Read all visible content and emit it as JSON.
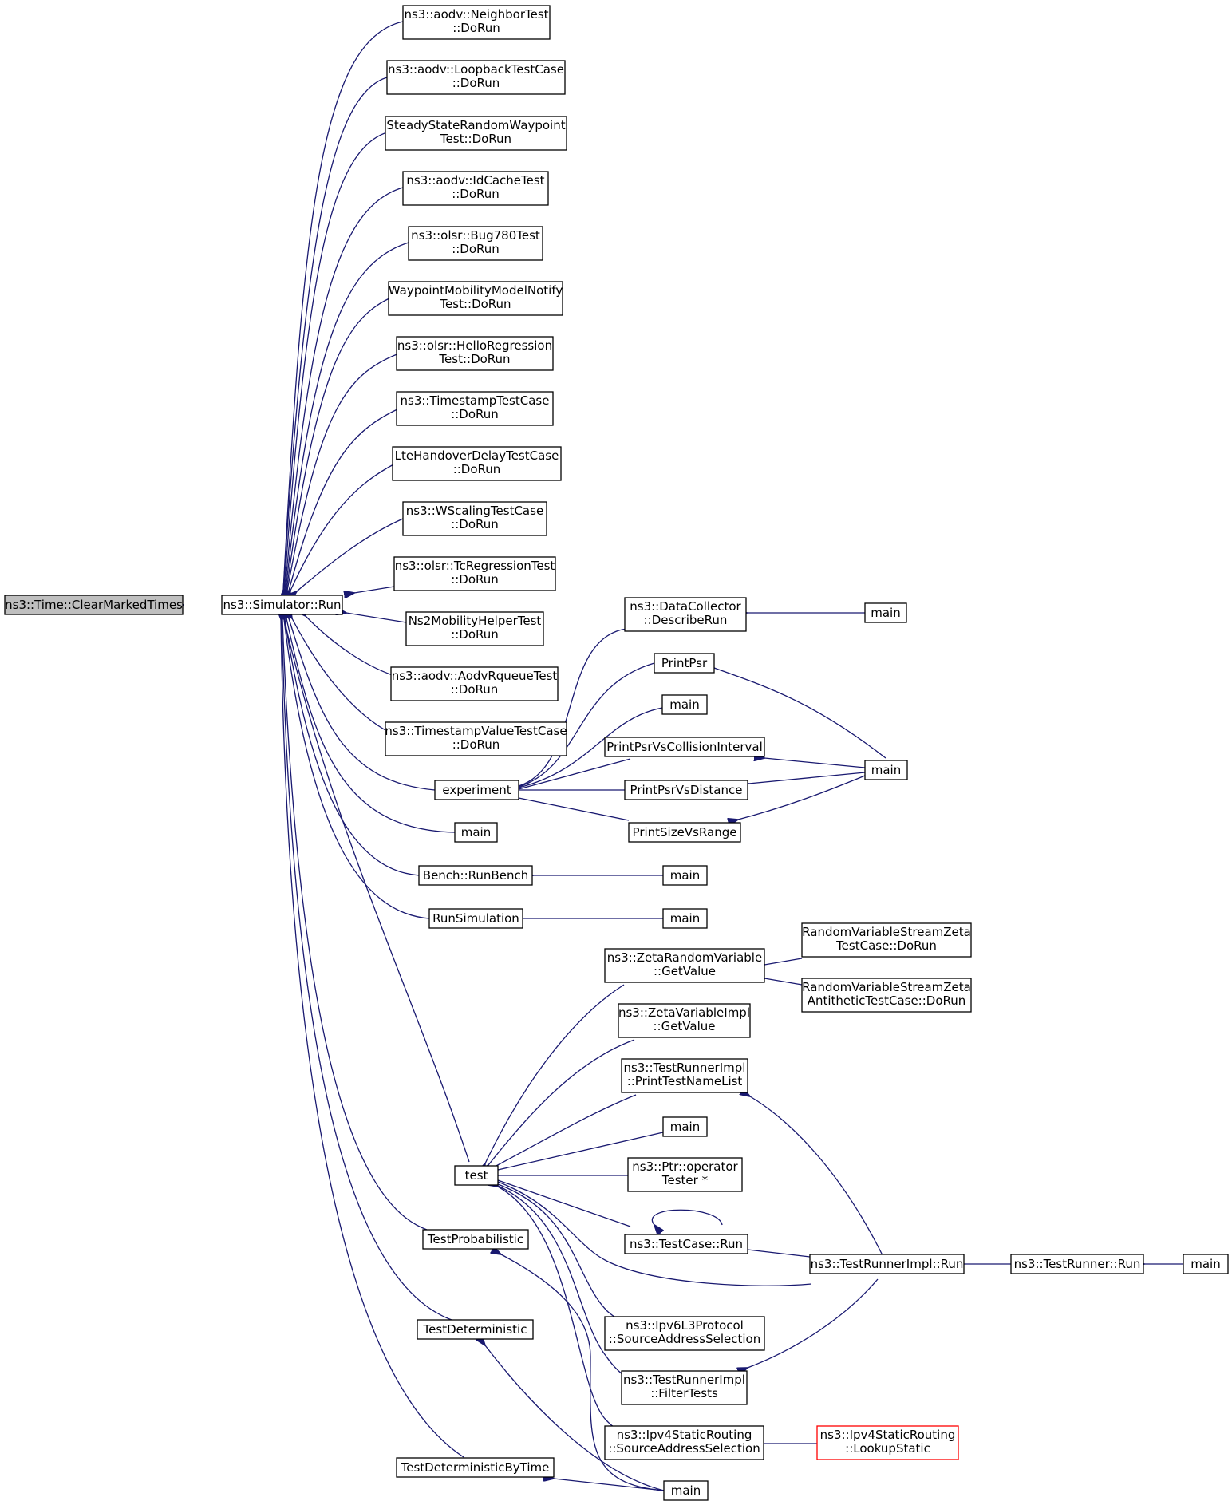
{
  "colors": {
    "edge": "#191970",
    "node_border": "#000000",
    "root_fill": "#bfbfbf",
    "truncated_border": "#ff0000",
    "background": "#ffffff"
  },
  "nodes": {
    "n0": {
      "lines": [
        "ns3::Time::ClearMarkedTimes"
      ],
      "style": "root"
    },
    "n1": {
      "lines": [
        "ns3::Simulator::Run"
      ]
    },
    "n2": {
      "lines": [
        "ns3::aodv::NeighborTest",
        "::DoRun"
      ]
    },
    "n3": {
      "lines": [
        "ns3::aodv::LoopbackTestCase",
        "::DoRun"
      ]
    },
    "n4": {
      "lines": [
        "SteadyStateRandomWaypoint",
        "Test::DoRun"
      ]
    },
    "n5": {
      "lines": [
        "ns3::aodv::IdCacheTest",
        "::DoRun"
      ]
    },
    "n6": {
      "lines": [
        "ns3::olsr::Bug780Test",
        "::DoRun"
      ]
    },
    "n7": {
      "lines": [
        "WaypointMobilityModelNotify",
        "Test::DoRun"
      ]
    },
    "n8": {
      "lines": [
        "ns3::olsr::HelloRegression",
        "Test::DoRun"
      ]
    },
    "n9": {
      "lines": [
        "ns3::TimestampTestCase",
        "::DoRun"
      ]
    },
    "n10": {
      "lines": [
        "LteHandoverDelayTestCase",
        "::DoRun"
      ]
    },
    "n11": {
      "lines": [
        "ns3::WScalingTestCase",
        "::DoRun"
      ]
    },
    "n12": {
      "lines": [
        "ns3::olsr::TcRegressionTest",
        "::DoRun"
      ]
    },
    "n13": {
      "lines": [
        "Ns2MobilityHelperTest",
        "::DoRun"
      ]
    },
    "n14": {
      "lines": [
        "ns3::aodv::AodvRqueueTest",
        "::DoRun"
      ]
    },
    "n15": {
      "lines": [
        "ns3::TimestampValueTestCase",
        "::DoRun"
      ]
    },
    "n16": {
      "lines": [
        "experiment"
      ]
    },
    "n17": {
      "lines": [
        "main"
      ]
    },
    "n18": {
      "lines": [
        "Bench::RunBench"
      ]
    },
    "n19": {
      "lines": [
        "RunSimulation"
      ]
    },
    "n20": {
      "lines": [
        "test"
      ]
    },
    "n21": {
      "lines": [
        "TestProbabilistic"
      ]
    },
    "n22": {
      "lines": [
        "TestDeterministic"
      ]
    },
    "n23": {
      "lines": [
        "TestDeterministicByTime"
      ]
    },
    "n24": {
      "lines": [
        "ns3::DataCollector",
        "::DescribeRun"
      ]
    },
    "n25": {
      "lines": [
        "PrintPsr"
      ]
    },
    "n26": {
      "lines": [
        "main"
      ]
    },
    "n27": {
      "lines": [
        "PrintPsrVsCollisionInterval"
      ]
    },
    "n28": {
      "lines": [
        "PrintPsrVsDistance"
      ]
    },
    "n29": {
      "lines": [
        "PrintSizeVsRange"
      ]
    },
    "n30": {
      "lines": [
        "main"
      ]
    },
    "n31": {
      "lines": [
        "main"
      ]
    },
    "n32": {
      "lines": [
        "main"
      ]
    },
    "n33": {
      "lines": [
        "main"
      ]
    },
    "n34": {
      "lines": [
        "ns3::ZetaRandomVariable",
        "::GetValue"
      ]
    },
    "n35": {
      "lines": [
        "ns3::ZetaVariableImpl",
        "::GetValue"
      ]
    },
    "n36": {
      "lines": [
        "ns3::TestRunnerImpl",
        "::PrintTestNameList"
      ]
    },
    "n37": {
      "lines": [
        "main"
      ]
    },
    "n38": {
      "lines": [
        "ns3::Ptr::operator",
        "Tester *"
      ]
    },
    "n39": {
      "lines": [
        "ns3::TestCase::Run"
      ]
    },
    "n40": {
      "lines": [
        "ns3::Ipv6L3Protocol",
        "::SourceAddressSelection"
      ]
    },
    "n41": {
      "lines": [
        "ns3::TestRunnerImpl",
        "::FilterTests"
      ]
    },
    "n42": {
      "lines": [
        "ns3::Ipv4StaticRouting",
        "::SourceAddressSelection"
      ]
    },
    "n43": {
      "lines": [
        "main"
      ]
    },
    "n44": {
      "lines": [
        "RandomVariableStreamZeta",
        "TestCase::DoRun"
      ]
    },
    "n45": {
      "lines": [
        "RandomVariableStreamZeta",
        "AntitheticTestCase::DoRun"
      ]
    },
    "n46": {
      "lines": [
        "ns3::TestRunnerImpl::Run"
      ]
    },
    "n47": {
      "lines": [
        "ns3::TestRunner::Run"
      ]
    },
    "n48": {
      "lines": [
        "main"
      ]
    },
    "n49": {
      "lines": [
        "ns3::Ipv4StaticRouting",
        "::LookupStatic"
      ],
      "style": "red"
    }
  }
}
